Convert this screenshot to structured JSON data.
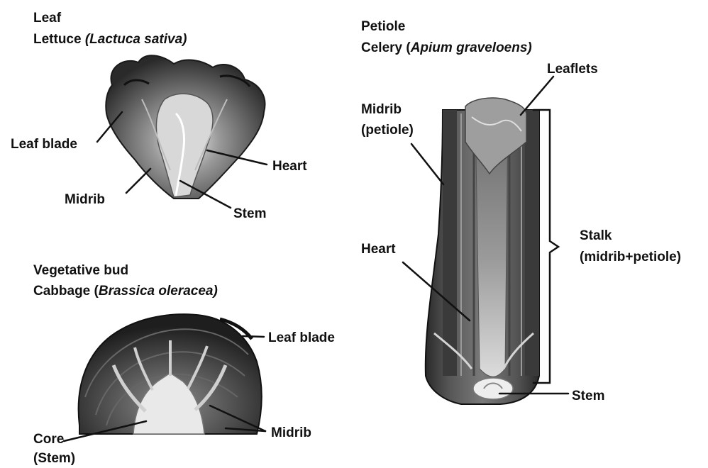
{
  "lettuce": {
    "heading_line1": "Leaf",
    "heading_line2_prefix": "Lettuce ",
    "heading_line2_species": "(Lactuca sativa)",
    "labels": {
      "leaf_blade": "Leaf blade",
      "heart": "Heart",
      "midrib": "Midrib",
      "stem": "Stem"
    }
  },
  "cabbage": {
    "heading_line1": "Vegetative bud",
    "heading_line2_prefix": "Cabbage (",
    "heading_line2_species": "Brassica oleracea)",
    "labels": {
      "leaf_blade": "Leaf blade",
      "midrib": "Midrib",
      "core_line1": "Core",
      "core_line2": "(Stem)"
    }
  },
  "celery": {
    "heading_line1": "Petiole",
    "heading_line2_prefix": "Celery (",
    "heading_line2_species": "Apium graveloens)",
    "labels": {
      "leaflets": "Leaflets",
      "midrib_line1": "Midrib",
      "midrib_line2": "(petiole)",
      "heart": "Heart",
      "stalk_line1": "Stalk",
      "stalk_line2": "(midrib+petiole)",
      "stem": "Stem"
    }
  }
}
